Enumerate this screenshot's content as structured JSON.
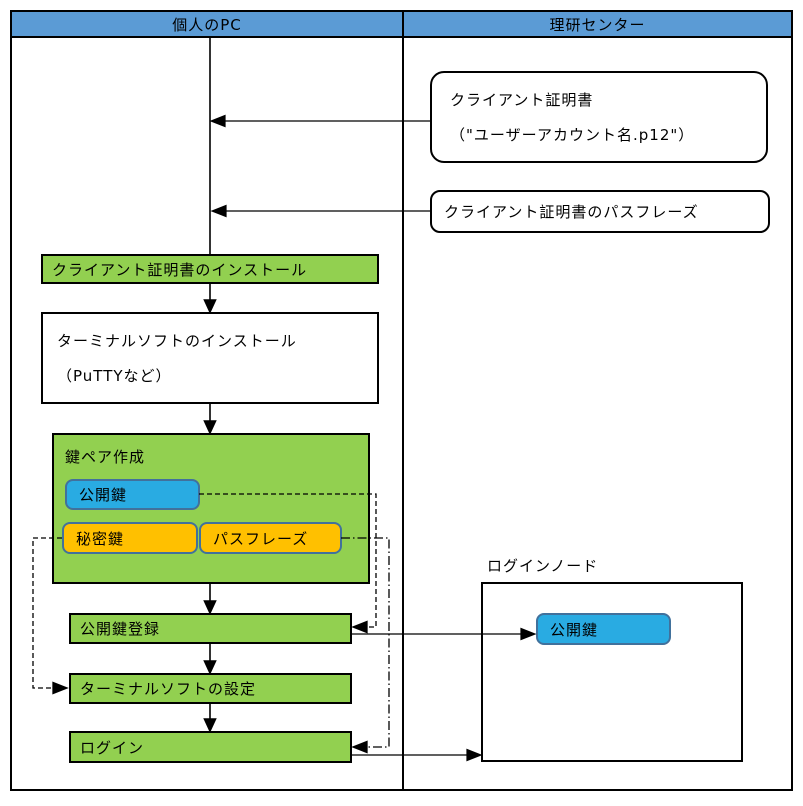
{
  "columns": {
    "left": "個人のPC",
    "right": "理研センター"
  },
  "nodes": {
    "client_cert": {
      "line1": "クライアント証明書",
      "line2": "（\"ユーザーアカウント名.p12\"）"
    },
    "cert_passphrase": {
      "label": "クライアント証明書のパスフレーズ"
    },
    "install_cert": {
      "label": "クライアント証明書のインストール"
    },
    "install_terminal": {
      "line1": "ターミナルソフトのインストール",
      "line2": "（PuTTYなど）"
    },
    "keypair": {
      "label": "鍵ペア作成",
      "public_key": "公開鍵",
      "private_key": "秘密鍵",
      "passphrase": "パスフレーズ"
    },
    "register_public_key": {
      "label": "公開鍵登録"
    },
    "configure_terminal": {
      "label": "ターミナルソフトの設定"
    },
    "login": {
      "label": "ログイン"
    }
  },
  "login_node": {
    "label": "ログインノード",
    "public_key": "公開鍵"
  },
  "colors": {
    "header_blue": "#5b9bd5",
    "green": "#92d050",
    "key_blue": "#29abe2",
    "key_orange": "#ffc000",
    "key_border": "#41719c",
    "line_black": "#000000"
  }
}
